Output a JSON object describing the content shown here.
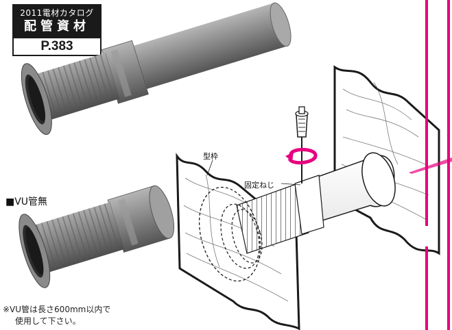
{
  "badge": {
    "line1": "2011電材カタログ",
    "line2": "配管資材",
    "page": "P.383"
  },
  "labels": {
    "vu_none": "■VU管無",
    "katawaku": "型枠",
    "kotei_neji": "固定ねじ"
  },
  "note": {
    "line1": "※VU管は長さ600mm以内で",
    "line2": "使用して下さい。"
  },
  "colors": {
    "pipe_gray": "#8e8e8e",
    "pipe_dark": "#5a5a5a",
    "magenta": "#e6007e",
    "arrow_magenta": "#e6007e"
  }
}
